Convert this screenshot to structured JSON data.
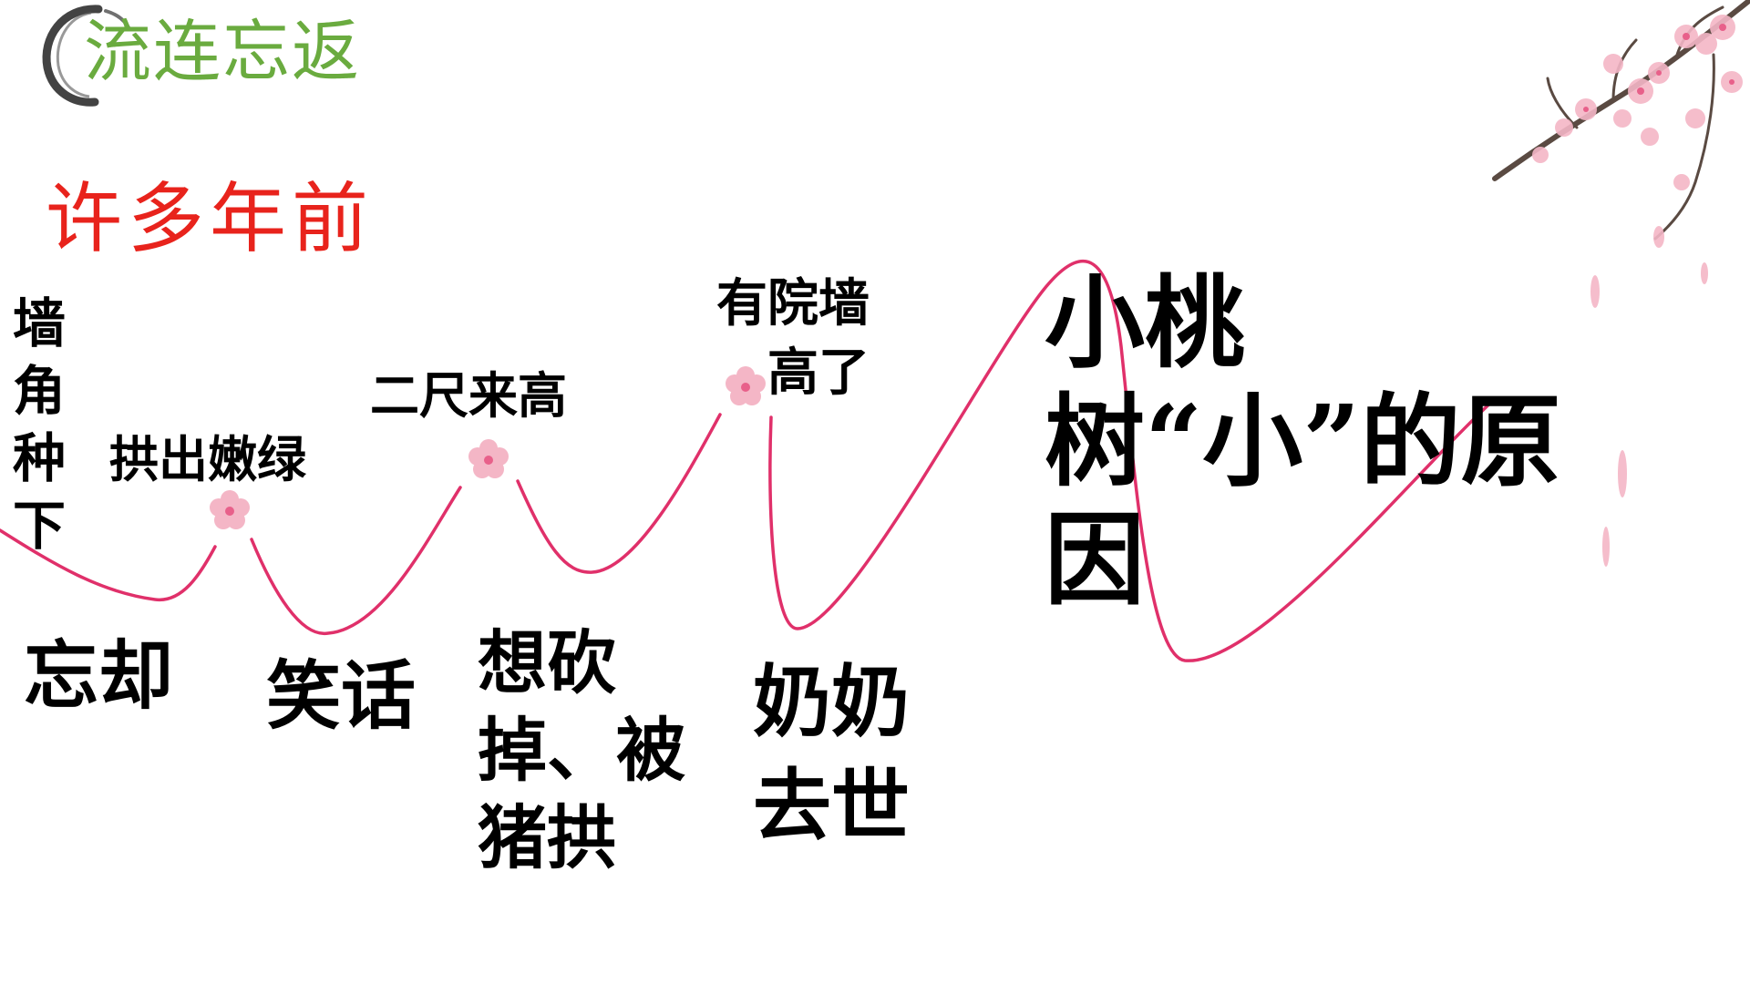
{
  "title": "流连忘返",
  "subtitle": "许多年前",
  "labels": {
    "qiangjiao": "墙角种下",
    "gongchu": "拱出嫩绿",
    "erchi": "二尺来高",
    "youyuan": "有院墙",
    "gaole": "高了",
    "wangque": "忘却",
    "xiaohua": "笑话",
    "xiangkan": "想砍掉、被猪拱",
    "nainai": "奶奶去世",
    "xiaotao": "小桃树“小”的原因"
  },
  "colors": {
    "title": "#6aab3f",
    "subtitle": "#e8231c",
    "curve": "#e0306a",
    "blossom": "#f4b6c6",
    "blossom_center": "#e8608a",
    "branch": "#5a4a42"
  },
  "icons": {
    "ring": "brush-ring-icon",
    "flower": "peach-blossom-icon",
    "branch": "blossom-branch-icon"
  }
}
